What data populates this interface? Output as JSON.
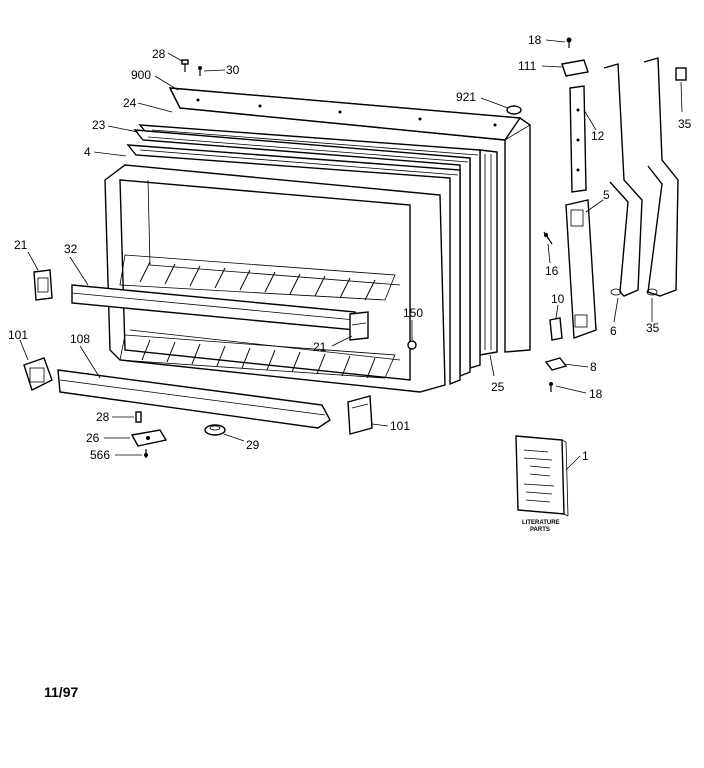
{
  "footer": {
    "date_code": "11/97"
  },
  "booklet": {
    "line1": "LITERATURE",
    "line2": "PARTS"
  },
  "callouts": [
    {
      "id": "c18a",
      "text": "18"
    },
    {
      "id": "c111",
      "text": "111"
    },
    {
      "id": "c28a",
      "text": "28"
    },
    {
      "id": "c30",
      "text": "30"
    },
    {
      "id": "c900",
      "text": "900"
    },
    {
      "id": "c921",
      "text": "921"
    },
    {
      "id": "c24",
      "text": "24"
    },
    {
      "id": "c12",
      "text": "12"
    },
    {
      "id": "c35a",
      "text": "35"
    },
    {
      "id": "c23",
      "text": "23"
    },
    {
      "id": "c4",
      "text": "4"
    },
    {
      "id": "c5",
      "text": "5"
    },
    {
      "id": "c21a",
      "text": "21"
    },
    {
      "id": "c32",
      "text": "32"
    },
    {
      "id": "c16",
      "text": "16"
    },
    {
      "id": "c10",
      "text": "10"
    },
    {
      "id": "c150",
      "text": "150"
    },
    {
      "id": "c6",
      "text": "6"
    },
    {
      "id": "c35b",
      "text": "35"
    },
    {
      "id": "c101a",
      "text": "101"
    },
    {
      "id": "c108",
      "text": "108"
    },
    {
      "id": "c21b",
      "text": "21"
    },
    {
      "id": "c8",
      "text": "8"
    },
    {
      "id": "c25",
      "text": "25"
    },
    {
      "id": "c18b",
      "text": "18"
    },
    {
      "id": "c28b",
      "text": "28"
    },
    {
      "id": "c101b",
      "text": "101"
    },
    {
      "id": "c26",
      "text": "26"
    },
    {
      "id": "c29",
      "text": "29"
    },
    {
      "id": "c566",
      "text": "566"
    },
    {
      "id": "c1",
      "text": "1"
    }
  ]
}
